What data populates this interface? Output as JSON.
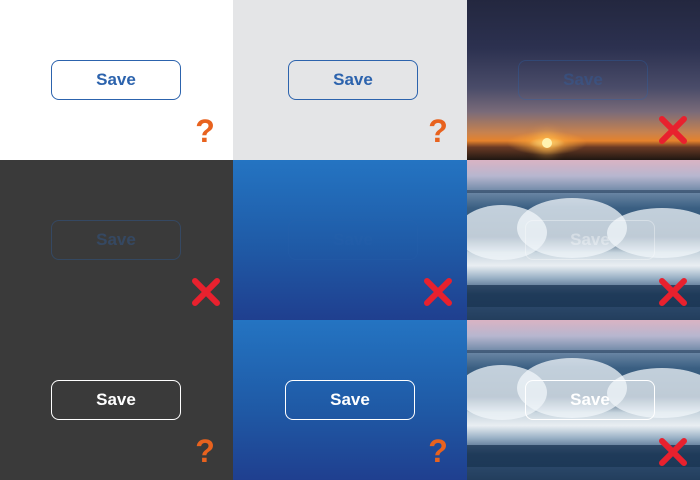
{
  "button_label": "Save",
  "cells": [
    {
      "id": "white",
      "background": "white",
      "button_style": "blue-outline",
      "verdict": "question"
    },
    {
      "id": "light-gray",
      "background": "light-gray",
      "button_style": "blue-outline",
      "verdict": "question"
    },
    {
      "id": "sunset-photo",
      "background": "sunset-photo",
      "button_style": "blue-outline-faded",
      "verdict": "fail"
    },
    {
      "id": "dark-gray",
      "background": "dark-gray",
      "button_style": "blue-outline-faded",
      "verdict": "fail"
    },
    {
      "id": "blue-gradient",
      "background": "blue-gradient",
      "button_style": "blue-outline-very-faded",
      "verdict": "fail"
    },
    {
      "id": "waves-photo",
      "background": "waves-photo",
      "button_style": "white-outline-faded",
      "verdict": "fail"
    },
    {
      "id": "dark-gray-white",
      "background": "dark-gray",
      "button_style": "white-outline",
      "verdict": "question"
    },
    {
      "id": "blue-gradient-white",
      "background": "blue-gradient",
      "button_style": "white-outline",
      "verdict": "question"
    },
    {
      "id": "waves-photo-white",
      "background": "waves-photo",
      "button_style": "white-outline",
      "verdict": "fail"
    }
  ],
  "colors": {
    "accent_blue": "#2c63ad",
    "question_orange": "#e8621e",
    "fail_red": "#e8212e",
    "white": "#ffffff"
  },
  "icons": {
    "question": "question-mark",
    "fail": "x-cross-icon"
  }
}
